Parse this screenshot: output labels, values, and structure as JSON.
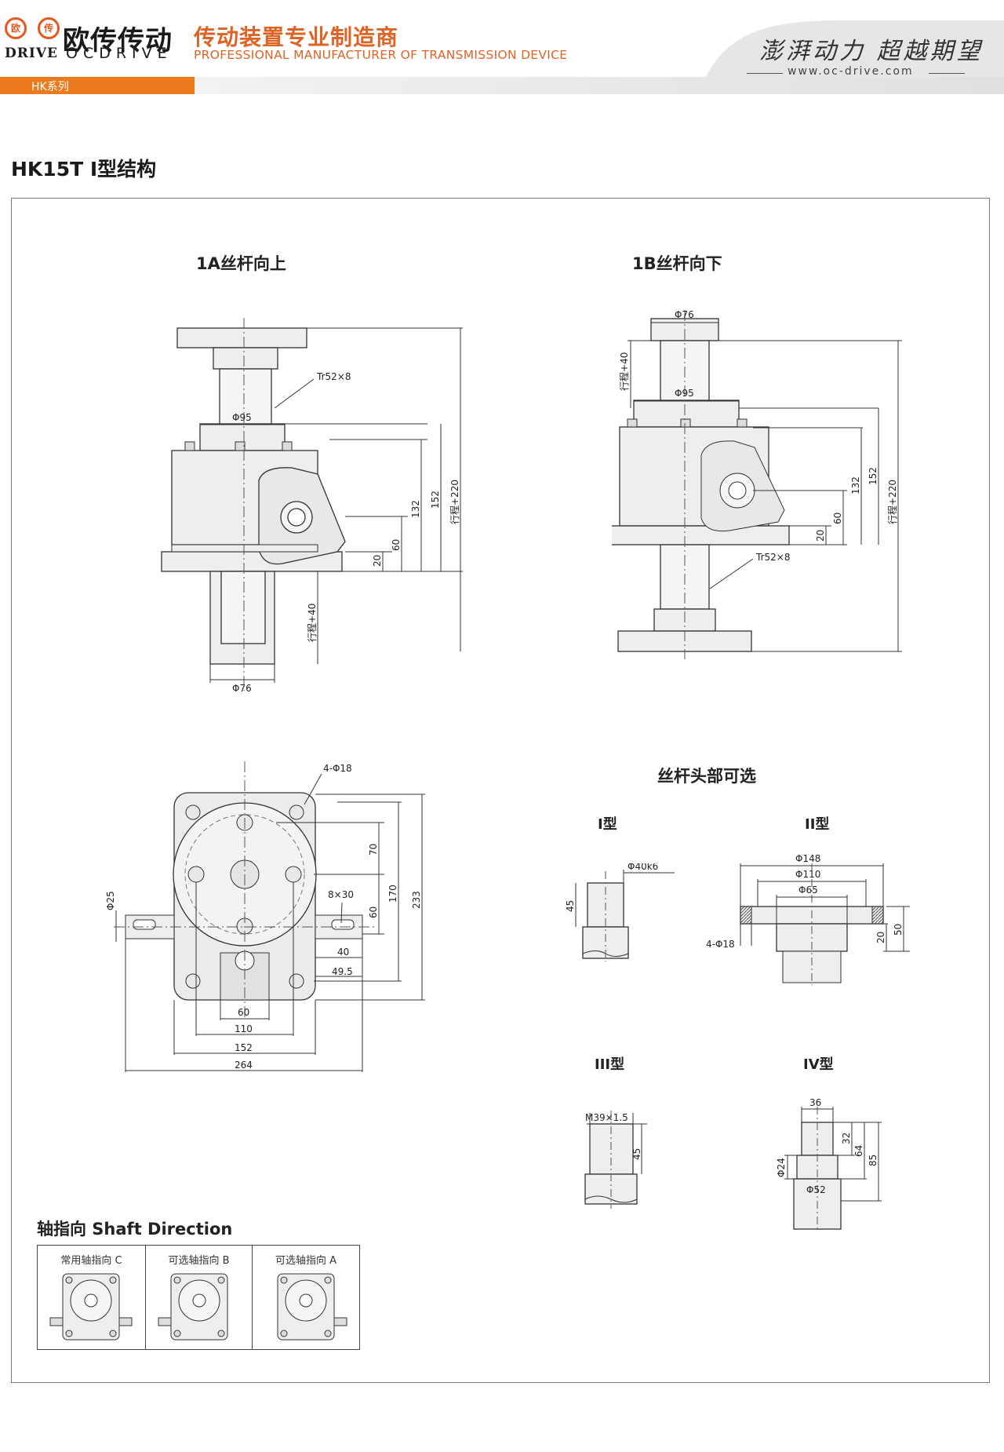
{
  "header": {
    "logo_mark_left": "欧",
    "logo_mark_right": "传",
    "brand_cn": "欧传传动",
    "brand_en_left": "DRIVE",
    "brand_en_right": "OCDRIVE",
    "slogan_cn": "传动装置专业制造商",
    "slogan_en": "PROFESSIONAL MANUFACTURER OF TRANSMISSION DEVICE",
    "motto": "澎湃动力 超越期望",
    "website": "www.oc-drive.com",
    "series": "HK系列",
    "accent_color": "#ee7a1e"
  },
  "page_title": "HK15T I型结构",
  "views": {
    "a_title": "1A丝杆向上",
    "b_title": "1B丝杆向下",
    "options_title": "丝杆头部可选",
    "type1": "I型",
    "type2": "II型",
    "type3": "III型",
    "type4": "IV型"
  },
  "dims_a": {
    "screw": "Tr52×8",
    "d95": "Φ95",
    "d76": "Φ76",
    "h20": "20",
    "h60": "60",
    "h132": "132",
    "h152": "152",
    "stroke220": "行程+220",
    "stroke40": "行程+40"
  },
  "dims_b": {
    "screw": "Tr52×8",
    "d95": "Φ95",
    "d76": "Φ76",
    "h20": "20",
    "h60": "60",
    "h132": "132",
    "h152": "152",
    "stroke220": "行程+220",
    "stroke40": "行程+40"
  },
  "dims_bottom": {
    "holes": "4-Φ18",
    "shaft_d": "Φ25",
    "key": "8×30",
    "v70": "70",
    "v60": "60",
    "v170": "170",
    "v233": "233",
    "h40": "40",
    "h495": "49.5",
    "w60": "60",
    "w110": "110",
    "w152": "152",
    "w264": "264"
  },
  "dims_types": {
    "t1_d": "Φ40k6",
    "t1_h": "45",
    "t2_d148": "Φ148",
    "t2_d110": "Φ110",
    "t2_d65": "Φ65",
    "t2_holes": "4-Φ18",
    "t2_h20": "20",
    "t2_h50": "50",
    "t3_thread": "M39×1.5",
    "t3_h": "45",
    "t4_w": "36",
    "t4_d24": "Φ24",
    "t4_h32": "32",
    "t4_h64": "64",
    "t4_h85": "85",
    "t4_d52": "Φ52"
  },
  "shaft_direction": {
    "title": "轴指向 Shaft Direction",
    "c": "常用轴指向 C",
    "b": "可选轴指向 B",
    "a": "可选轴指向 A"
  }
}
